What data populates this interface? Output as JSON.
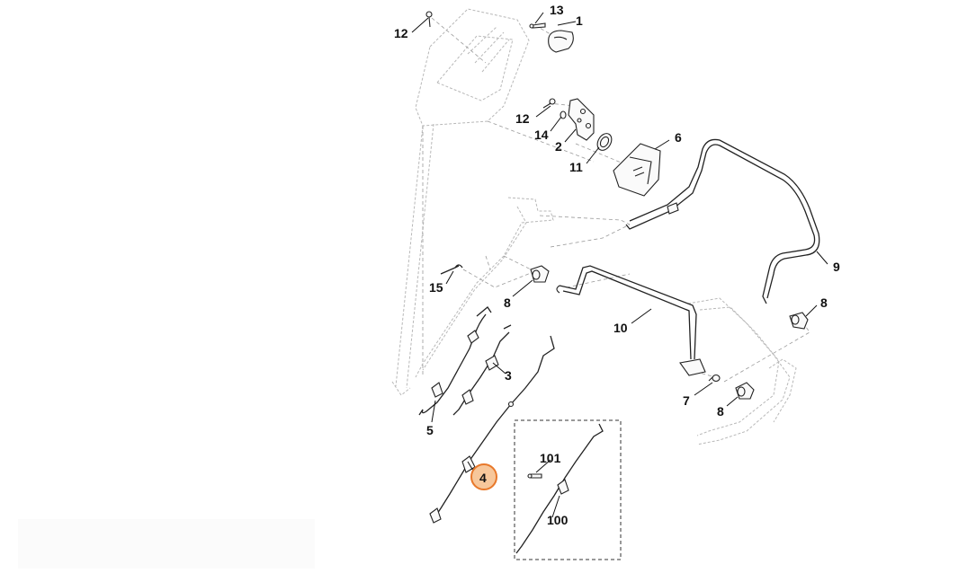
{
  "callouts": [
    {
      "id": "1",
      "label": "1"
    },
    {
      "id": "2",
      "label": "2"
    },
    {
      "id": "3",
      "label": "3"
    },
    {
      "id": "4",
      "label": "4",
      "highlighted": true
    },
    {
      "id": "5",
      "label": "5"
    },
    {
      "id": "6",
      "label": "6"
    },
    {
      "id": "7",
      "label": "7"
    },
    {
      "id": "8a",
      "label": "8"
    },
    {
      "id": "8b",
      "label": "8"
    },
    {
      "id": "8c",
      "label": "8"
    },
    {
      "id": "9",
      "label": "9"
    },
    {
      "id": "10",
      "label": "10"
    },
    {
      "id": "11",
      "label": "11"
    },
    {
      "id": "12a",
      "label": "12"
    },
    {
      "id": "12b",
      "label": "12"
    },
    {
      "id": "13",
      "label": "13"
    },
    {
      "id": "14",
      "label": "14"
    },
    {
      "id": "15",
      "label": "15"
    },
    {
      "id": "100",
      "label": "100"
    },
    {
      "id": "101",
      "label": "101"
    }
  ],
  "colors": {
    "highlight_fill": "#f7c79b",
    "highlight_stroke": "#e8782a",
    "line": "#222222",
    "ghost": "#b8b8b8"
  }
}
